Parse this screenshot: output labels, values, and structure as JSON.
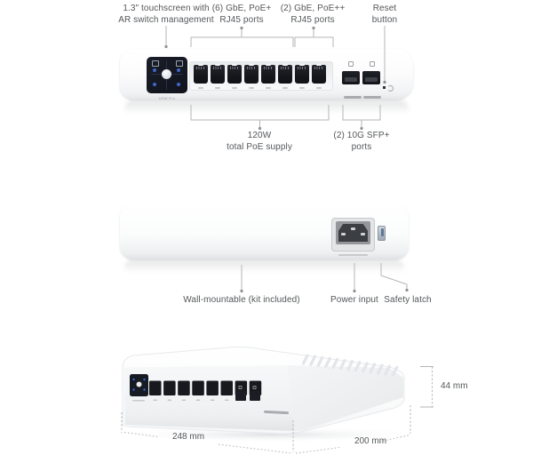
{
  "product": {
    "model": "USW Pro"
  },
  "top_view": {
    "touchscreen_label": {
      "line1": "1.3\" touchscreen with",
      "line2": "AR switch management"
    },
    "poe_plus_label": {
      "line1": "(6) GbE, PoE+",
      "line2": "RJ45 ports"
    },
    "poe_plus_plus_label": {
      "line1": "(2) GbE, PoE++",
      "line2": "RJ45 ports"
    },
    "reset_label": {
      "line1": "Reset",
      "line2": "button"
    },
    "poe_supply_label": {
      "line1": "120W",
      "line2": "total PoE supply"
    },
    "sfp_label": {
      "line1": "(2) 10G SFP+",
      "line2": "ports"
    },
    "rj45_port_count": 8,
    "sfp_port_count": 2
  },
  "back_view": {
    "wall_mount_label": "Wall-mountable (kit included)",
    "power_input_label": "Power input",
    "safety_latch_label": "Safety latch"
  },
  "dimensions": {
    "height": "44 mm",
    "width": "248 mm",
    "depth": "200 mm"
  },
  "colors": {
    "label_text": "#54575a",
    "leader_line": "#b4b6b8",
    "screen_background": "#14171e",
    "screen_accent": "#3f66c9",
    "port_black": "#15171c",
    "device_white": "#ffffff"
  }
}
